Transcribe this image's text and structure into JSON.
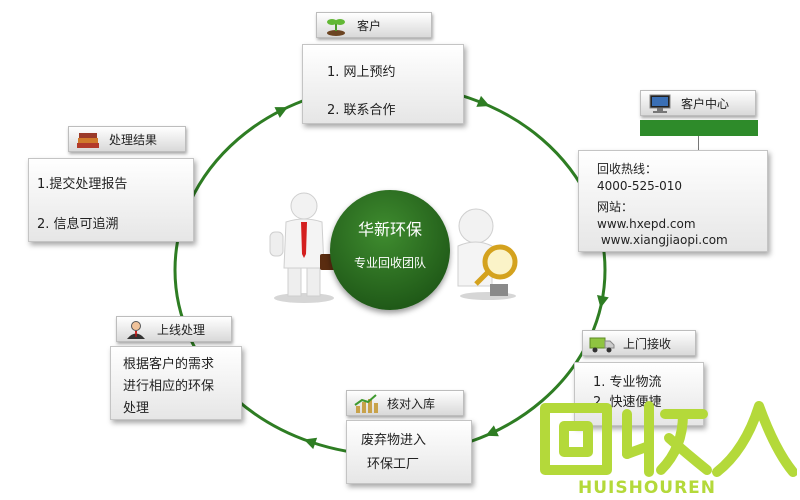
{
  "colors": {
    "cycle": "#2e7d23",
    "circle": "#2d6e22",
    "bar": "#2e8b2a",
    "watermark": "#b4d93a"
  },
  "center": {
    "title": "华新环保",
    "subtitle": "专业回收团队"
  },
  "stages": {
    "customer": {
      "icon": "plant-seedling-icon",
      "label": "客户",
      "lines": [
        "1. 网上预约",
        "2. 联系合作"
      ]
    },
    "service_center": {
      "icon": "computer-icon",
      "label": "客户中心",
      "lines": [
        "回收热线：",
        "4000-525-010",
        "网站：",
        "www.hxepd.com",
        " www.xiangjiaopi.com"
      ]
    },
    "pickup": {
      "icon": "truck-icon",
      "label": "上门接收",
      "lines": [
        "1. 专业物流",
        "2. 快速便捷"
      ]
    },
    "warehouse": {
      "icon": "bar-chart-icon",
      "label": "核对入库",
      "lines": [
        "废弃物进入",
        "环保工厂"
      ]
    },
    "online": {
      "icon": "person-icon",
      "label": "上线处理",
      "lines": [
        "根据客户的需求",
        "进行相应的环保",
        "处理"
      ]
    },
    "result": {
      "icon": "books-icon",
      "label": "处理结果",
      "lines": [
        "1.提交处理报告",
        "2. 信息可追溯"
      ]
    }
  },
  "watermark": {
    "en": "HUISHOUREN"
  }
}
